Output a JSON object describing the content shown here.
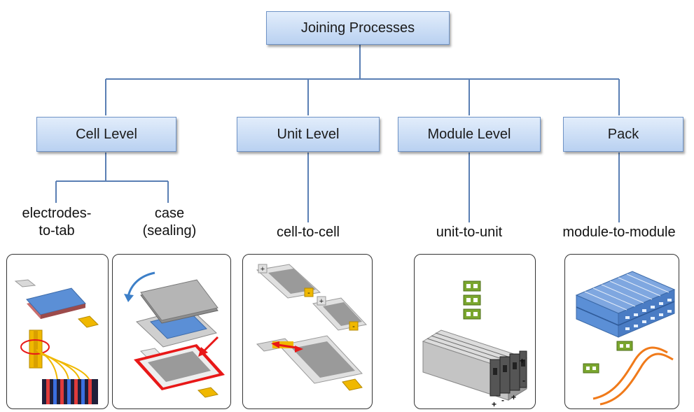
{
  "root": {
    "label": "Joining Processes"
  },
  "levels": [
    {
      "id": "cell",
      "label": "Cell Level"
    },
    {
      "id": "unit",
      "label": "Unit Level"
    },
    {
      "id": "module",
      "label": "Module Level"
    },
    {
      "id": "pack",
      "label": "Pack"
    }
  ],
  "processes": {
    "electrodes_to_tab": [
      "electrodes-",
      "to-tab"
    ],
    "case_sealing": [
      "case",
      "(sealing)"
    ],
    "cell_to_cell": "cell-to-cell",
    "unit_to_unit": "unit-to-unit",
    "module_to_module": "module-to-module"
  },
  "symbols": {
    "plus": "+",
    "minus": "-"
  },
  "colors": {
    "line": "#5a7fb4",
    "node_fill_top": "#e2edfb",
    "node_fill_bottom": "#b9d1f1",
    "cell_blue": "#5b8fd6",
    "tab_yellow": "#f0b800",
    "seal_red": "#e81818",
    "connector_green": "#7aa62e",
    "cable_orange": "#f07a1a"
  }
}
